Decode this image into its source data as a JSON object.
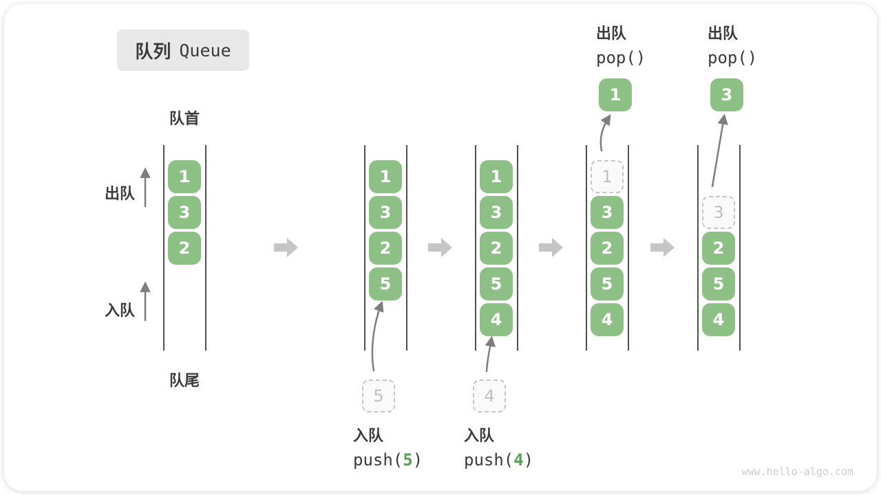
{
  "title": {
    "zh": "队列",
    "en": "Queue"
  },
  "labels": {
    "front": "队首",
    "rear": "队尾",
    "dequeue": "出队",
    "enqueue": "入队"
  },
  "watermark": "www.hello-algo.com",
  "colors": {
    "element_green": "#8dc084",
    "element_text": "#ffffff",
    "dashed_fill": "#fafafa",
    "dashed_border": "#c6c6c6",
    "dashed_text": "#bfbfbf",
    "rail": "#4f4f4f",
    "thin_arrow": "#7d7d7d",
    "block_arrow": "#c5c5c5",
    "text_dark": "#3a3a3a",
    "code_accent_green": "#57a055",
    "title_bg": "#e8e8e8",
    "watermark_gray": "#cbcbcb"
  },
  "states": [
    {
      "name": "initial",
      "cells": [
        {
          "row": 0,
          "value": "1",
          "style": "solid"
        },
        {
          "row": 1,
          "value": "3",
          "style": "solid"
        },
        {
          "row": 2,
          "value": "2",
          "style": "solid"
        }
      ]
    },
    {
      "name": "after-push-5",
      "cells": [
        {
          "row": 0,
          "value": "1",
          "style": "solid"
        },
        {
          "row": 1,
          "value": "3",
          "style": "solid"
        },
        {
          "row": 2,
          "value": "2",
          "style": "solid"
        },
        {
          "row": 3,
          "value": "5",
          "style": "solid"
        }
      ],
      "operation": {
        "type": "enqueue",
        "label": "入队",
        "code_before": "push(",
        "code_arg": "5",
        "code_after": ")",
        "staged_value": "5"
      }
    },
    {
      "name": "after-push-4",
      "cells": [
        {
          "row": 0,
          "value": "1",
          "style": "solid"
        },
        {
          "row": 1,
          "value": "3",
          "style": "solid"
        },
        {
          "row": 2,
          "value": "2",
          "style": "solid"
        },
        {
          "row": 3,
          "value": "5",
          "style": "solid"
        },
        {
          "row": 4,
          "value": "4",
          "style": "solid"
        }
      ],
      "operation": {
        "type": "enqueue",
        "label": "入队",
        "code_before": "push(",
        "code_arg": "4",
        "code_after": ")",
        "staged_value": "4"
      }
    },
    {
      "name": "after-pop-1",
      "cells": [
        {
          "row": 0,
          "value": "1",
          "style": "dashed"
        },
        {
          "row": 1,
          "value": "3",
          "style": "solid"
        },
        {
          "row": 2,
          "value": "2",
          "style": "solid"
        },
        {
          "row": 3,
          "value": "5",
          "style": "solid"
        },
        {
          "row": 4,
          "value": "4",
          "style": "solid"
        }
      ],
      "operation": {
        "type": "dequeue",
        "label": "出队",
        "code": "pop()",
        "popped_value": "1"
      }
    },
    {
      "name": "after-pop-3",
      "cells": [
        {
          "row": 1,
          "value": "3",
          "style": "dashed"
        },
        {
          "row": 2,
          "value": "2",
          "style": "solid"
        },
        {
          "row": 3,
          "value": "5",
          "style": "solid"
        },
        {
          "row": 4,
          "value": "4",
          "style": "solid"
        }
      ],
      "operation": {
        "type": "dequeue",
        "label": "出队",
        "code": "pop()",
        "popped_value": "3"
      }
    }
  ]
}
